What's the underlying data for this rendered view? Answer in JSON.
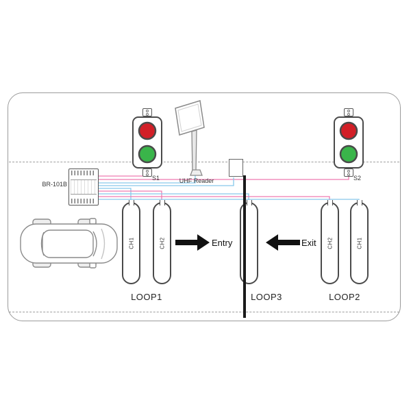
{
  "scene": {
    "traffic_light_left": {
      "label": "S1"
    },
    "traffic_light_right": {
      "label": "S2"
    },
    "reader": {
      "label": "UHF Reader"
    },
    "controller": {
      "label": "BR-101B"
    },
    "flow": {
      "entry": "Entry",
      "exit": "Exit"
    },
    "loops": {
      "loop1": {
        "label": "LOOP1",
        "channels": [
          "CH1",
          "CH2"
        ]
      },
      "loop3": {
        "label": "LOOP3"
      },
      "loop2": {
        "label": "LOOP2",
        "channels": [
          "CH2",
          "CH1"
        ]
      }
    },
    "colors": {
      "red_light": "#d21f27",
      "green_light": "#3ab54a",
      "wire_pink": "#ef7bb0",
      "wire_blue": "#86c8ea",
      "barrier": "#1a1a1a",
      "outline": "#8a8a8a"
    }
  }
}
